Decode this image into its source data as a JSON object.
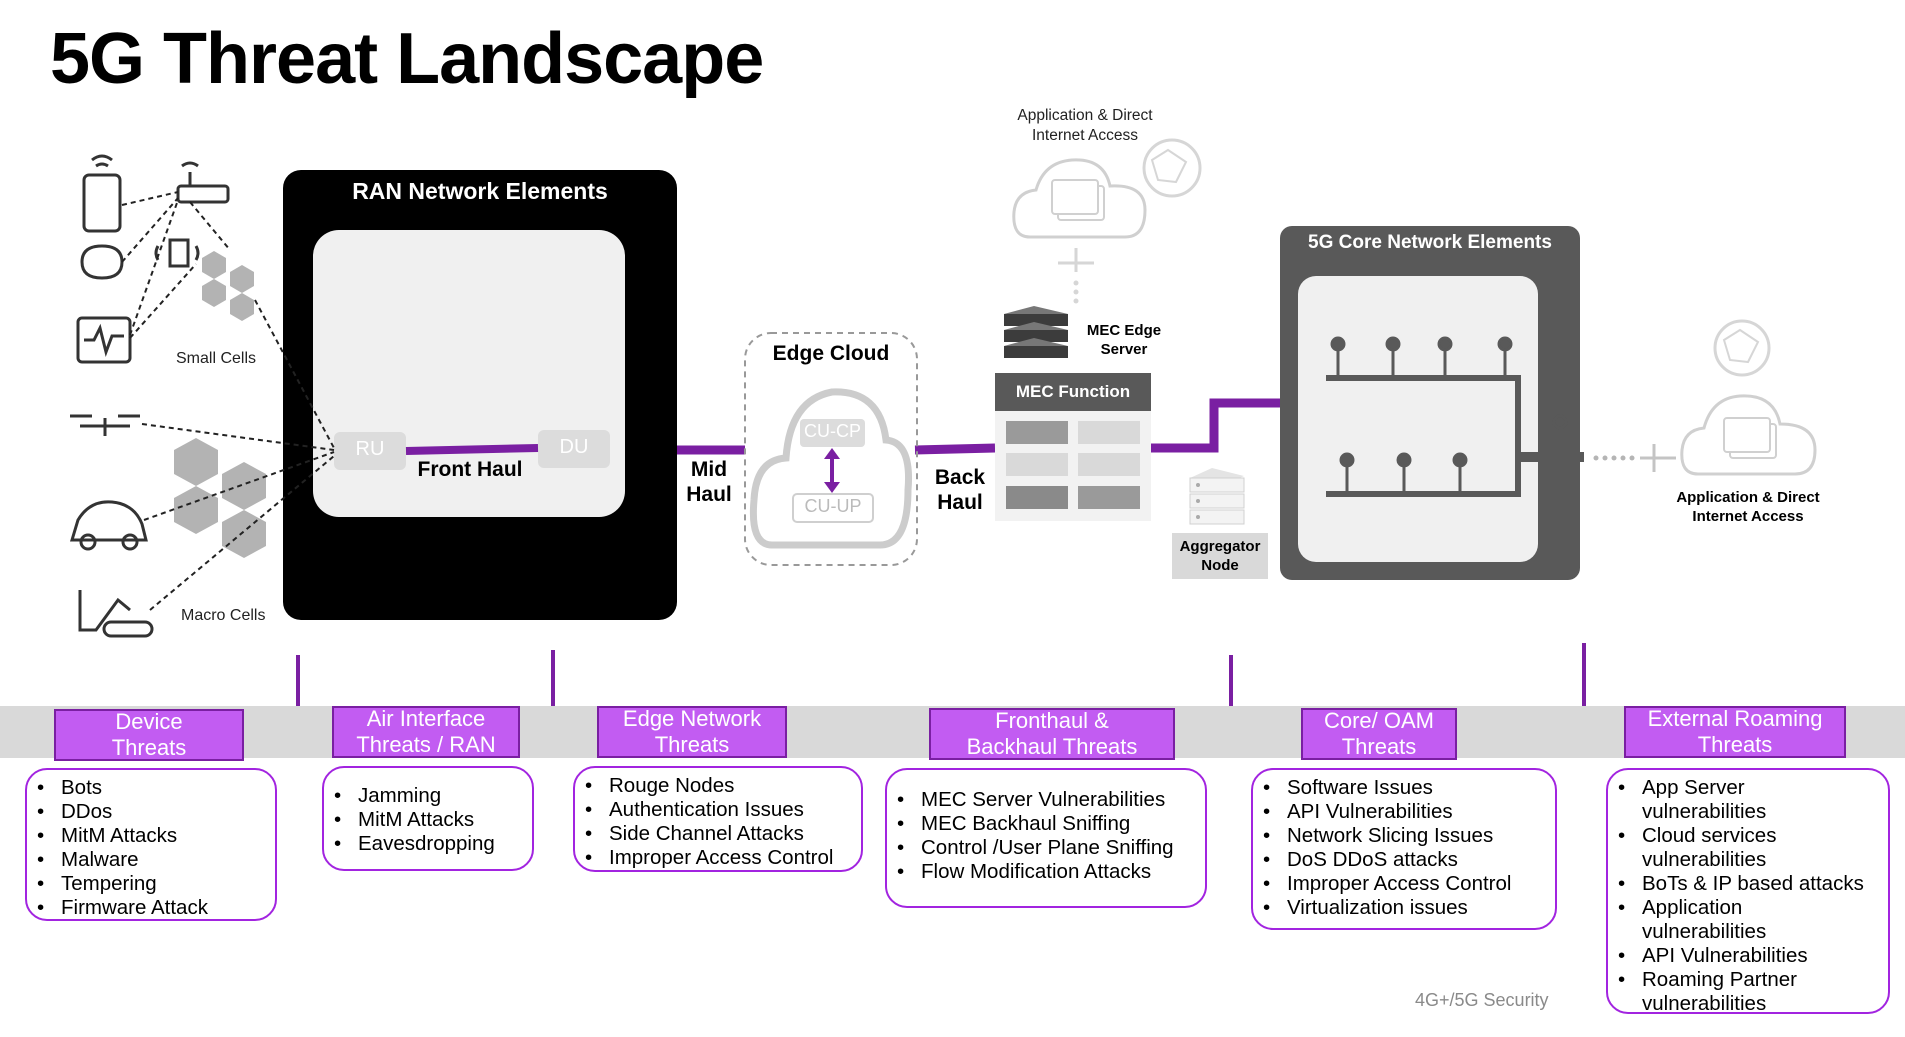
{
  "title": "5G Threat Landscape",
  "colors": {
    "purple_line": "#7a1fa2",
    "purple_badge": "#c25cf2",
    "purple_border": "#a224e0",
    "dark_box": "#000000",
    "core_box": "#555555",
    "band": "#d9d9d9"
  },
  "devices": {
    "small_cells_label": "Small Cells",
    "macro_cells_label": "Macro Cells"
  },
  "ran": {
    "title": "RAN Network Elements",
    "ru": "RU",
    "du": "DU",
    "front_haul": "Front Haul"
  },
  "mid_haul": "Mid\nHaul",
  "edge_cloud": {
    "title": "Edge Cloud",
    "cu_cp": "CU-CP",
    "cu_up": "CU-UP"
  },
  "back_haul": "Back\nHaul",
  "mec": {
    "app_access": "Application & Direct\nInternet Access",
    "edge_server": "MEC Edge\nServer",
    "function": "MEC Function"
  },
  "aggregator": "Aggregator\nNode",
  "core": {
    "title": "5G Core Network Elements"
  },
  "external_access": "Application & Direct\nInternet Access",
  "threats": [
    {
      "title": "Device\nThreats",
      "items": [
        "Bots",
        "DDos",
        "MitM Attacks",
        "Malware",
        "Tempering",
        "Firmware Attack"
      ]
    },
    {
      "title": "Air Interface\nThreats / RAN",
      "items": [
        "Jamming",
        "MitM Attacks",
        "Eavesdropping"
      ]
    },
    {
      "title": "Edge Network\nThreats",
      "items": [
        "Rouge Nodes",
        "Authentication Issues",
        "Side Channel Attacks",
        "Improper Access Control"
      ]
    },
    {
      "title": "Fronthaul &\nBackhaul Threats",
      "items": [
        "MEC Server Vulnerabilities",
        "MEC Backhaul Sniffing",
        "Control /User Plane Sniffing",
        "Flow Modification Attacks"
      ]
    },
    {
      "title": "Core/ OAM\nThreats",
      "items": [
        "Software Issues",
        "API Vulnerabilities",
        "Network Slicing Issues",
        "DoS DDoS attacks",
        "Improper Access Control",
        "Virtualization issues"
      ]
    },
    {
      "title": "External Roaming\nThreats",
      "items": [
        "App Server\nvulnerabilities",
        "Cloud services\nvulnerabilities",
        "BoTs & IP based attacks",
        "Application\nvulnerabilities",
        "API Vulnerabilities",
        "Roaming Partner\nvulnerabilities"
      ]
    }
  ],
  "footer": "4G+/5G Security"
}
